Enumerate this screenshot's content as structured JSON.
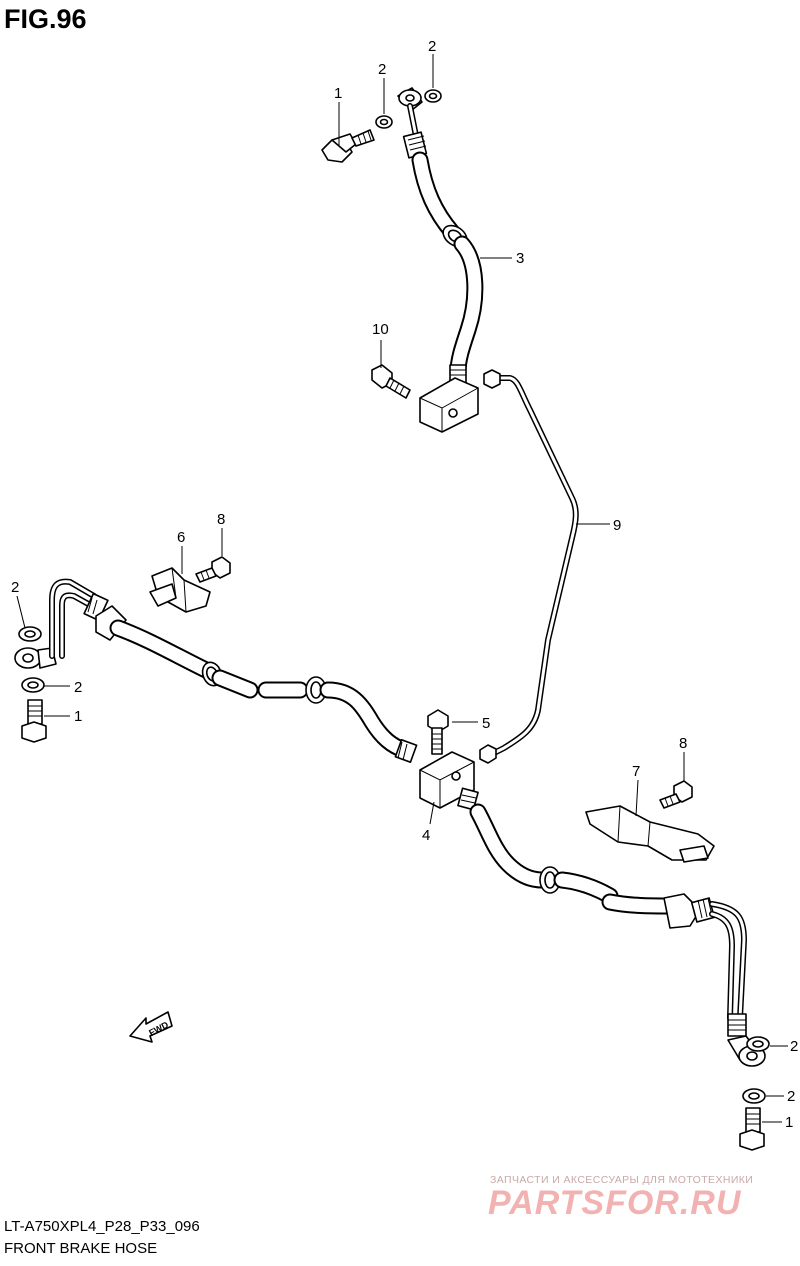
{
  "figure": {
    "title": "FIG.96"
  },
  "callouts": [
    {
      "id": "c1-top",
      "label": "1"
    },
    {
      "id": "c2-top-a",
      "label": "2"
    },
    {
      "id": "c2-top-b",
      "label": "2"
    },
    {
      "id": "c3",
      "label": "3"
    },
    {
      "id": "c10",
      "label": "10"
    },
    {
      "id": "c9",
      "label": "9"
    },
    {
      "id": "c6",
      "label": "6"
    },
    {
      "id": "c8-left",
      "label": "8"
    },
    {
      "id": "c2-left-a",
      "label": "2"
    },
    {
      "id": "c2-left-b",
      "label": "2"
    },
    {
      "id": "c1-left",
      "label": "1"
    },
    {
      "id": "c5",
      "label": "5"
    },
    {
      "id": "c4",
      "label": "4"
    },
    {
      "id": "c8-right",
      "label": "8"
    },
    {
      "id": "c7",
      "label": "7"
    },
    {
      "id": "c2-right-a",
      "label": "2"
    },
    {
      "id": "c2-right-b",
      "label": "2"
    },
    {
      "id": "c1-right",
      "label": "1"
    }
  ],
  "direction_arrow": {
    "label": "FWD"
  },
  "footer": {
    "model_code": "LT-A750XPL4_P28_P33_096",
    "description": "FRONT BRAKE HOSE"
  },
  "watermark": {
    "tagline": "ЗАПЧАСТИ И АКСЕССУАРЫ ДЛЯ МОТОТЕХНИКИ",
    "logo": "PARTSFOR.RU"
  }
}
